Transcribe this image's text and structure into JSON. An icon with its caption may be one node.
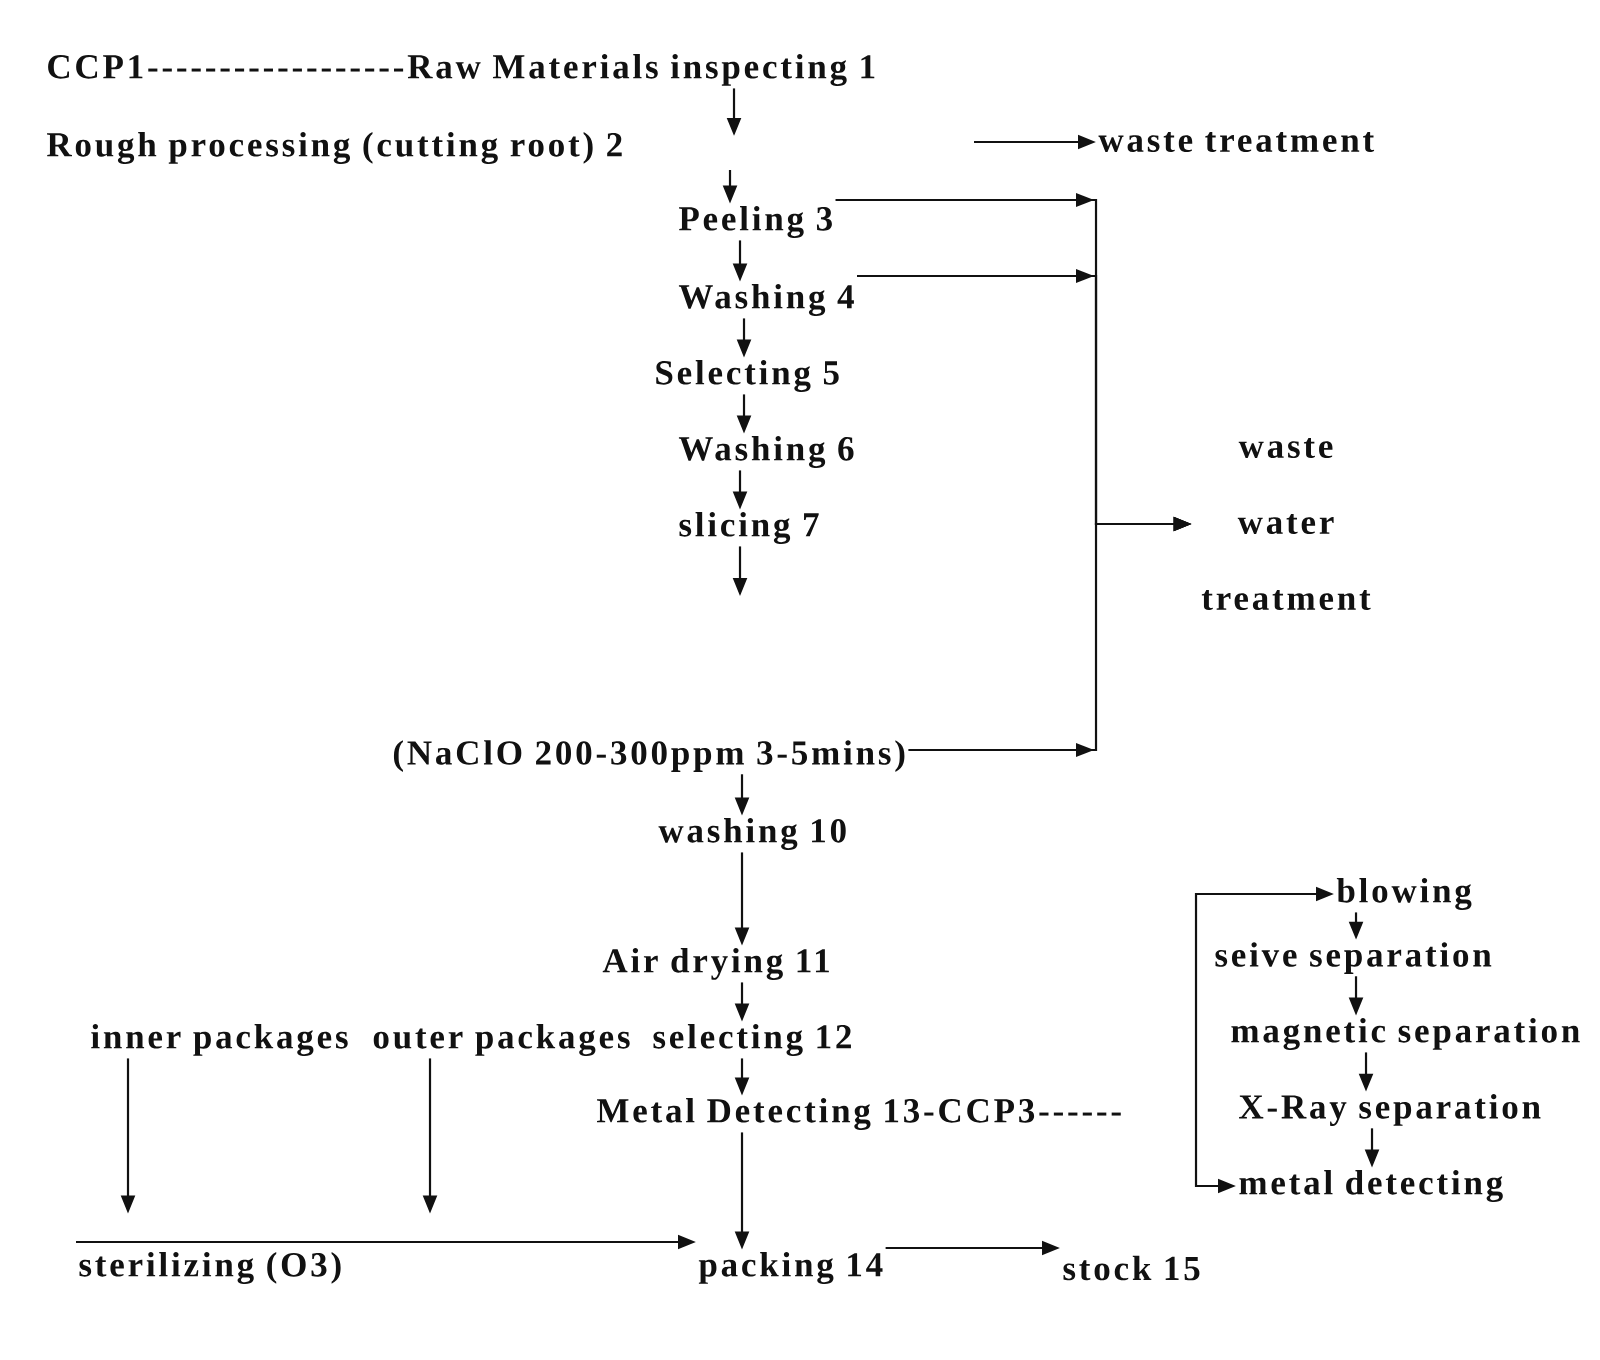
{
  "diagram": {
    "nodes": [
      {
        "text": [
          "CCP1------------------Raw Materials inspecting 1"
        ]
      },
      {
        "text": [
          "Rough processing (cutting root) 2"
        ]
      },
      {
        "text": [
          "waste treatment"
        ]
      },
      {
        "text": [
          "Peeling 3"
        ]
      },
      {
        "text": [
          "Washing 4"
        ]
      },
      {
        "text": [
          "Selecting 5"
        ]
      },
      {
        "text": [
          "Washing 6"
        ]
      },
      {
        "text": [
          "waste water treatment"
        ]
      },
      {
        "text": [
          "slicing 7"
        ]
      },
      {
        "text": [
          "(NaClO 200-300ppm 3-5mins)"
        ]
      },
      {
        "text": [
          "washing 10"
        ]
      },
      {
        "text": [
          "Air drying 11"
        ]
      },
      {
        "text": [
          "inner packages"
        ]
      },
      {
        "text": [
          "outer packages"
        ]
      },
      {
        "text": [
          "selecting 12"
        ]
      },
      {
        "text": [
          "Metal Detecting 13-CCP3------"
        ]
      },
      {
        "text": [
          "sterilizing (O3)"
        ]
      },
      {
        "text": [
          "packing 14"
        ]
      },
      {
        "text": [
          "stock 15"
        ]
      },
      {
        "text": [
          "blowing"
        ]
      },
      {
        "text": [
          "seive separation"
        ]
      },
      {
        "text": [
          "magnetic separation"
        ]
      },
      {
        "text": [
          "X-Ray separation"
        ]
      },
      {
        "text": [
          "metal detecting"
        ]
      }
    ],
    "edges": [
      {
        "from": 0,
        "to": null,
        "arrow": "to"
      },
      {
        "from": null,
        "to": 3,
        "arrow": "to"
      },
      {
        "from": null,
        "to": 2,
        "arrow": "to"
      },
      {
        "from": 3,
        "to": 7,
        "arrow": "to"
      },
      {
        "from": 4,
        "to": 7,
        "arrow": "to"
      },
      {
        "from": 9,
        "to": 7,
        "arrow": "to"
      },
      {
        "from": 3,
        "to": 4,
        "arrow": "to"
      },
      {
        "from": 4,
        "to": 5,
        "arrow": "to"
      },
      {
        "from": 5,
        "to": 6,
        "arrow": "to"
      },
      {
        "from": 6,
        "to": 8,
        "arrow": "to"
      },
      {
        "from": 8,
        "to": null,
        "arrow": "to"
      },
      {
        "from": 9,
        "to": 10,
        "arrow": "to"
      },
      {
        "from": 10,
        "to": 11,
        "arrow": "to"
      },
      {
        "from": 11,
        "to": 14,
        "arrow": "to"
      },
      {
        "from": 14,
        "to": 15,
        "arrow": "to"
      },
      {
        "from": 15,
        "to": 17,
        "arrow": "to"
      },
      {
        "from": 17,
        "to": 18,
        "arrow": "to"
      },
      {
        "from": 12,
        "to": 16,
        "arrow": "to"
      },
      {
        "from": 13,
        "to": 16,
        "arrow": "to"
      },
      {
        "from": 16,
        "to": 17,
        "arrow": "to"
      },
      {
        "from": 19,
        "to": 20,
        "arrow": "to"
      },
      {
        "from": 20,
        "to": 21,
        "arrow": "to"
      },
      {
        "from": 21,
        "to": 22,
        "arrow": "to"
      },
      {
        "from": 22,
        "to": 23,
        "arrow": "to"
      },
      {
        "from": 19,
        "to": 23,
        "arrow": "both"
      }
    ]
  }
}
